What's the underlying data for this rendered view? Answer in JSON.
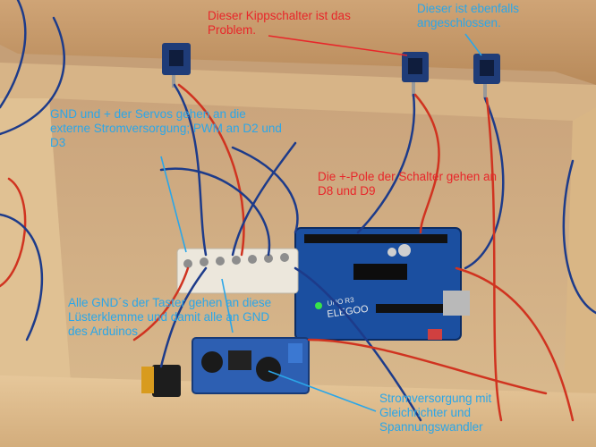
{
  "annotations": [
    {
      "id": "a1",
      "text": "Dieser Kippschalter ist das Problem.",
      "color": "#e8262a"
    },
    {
      "id": "a2",
      "text": "Dieser ist ebenfalls angeschlossen.",
      "color": "#2ba6e8"
    },
    {
      "id": "a3",
      "text": "GND und + der Servos gehen an die externe Stromversorgung; PWM an D2 und D3",
      "color": "#2ba6e8"
    },
    {
      "id": "a4",
      "text": "Die +-Pole der Schalter gehen an D8 und D9",
      "color": "#e8262a"
    },
    {
      "id": "a5",
      "text": "Alle GND´s der Taster gehen an diese Lüsterklemme und damit alle an GND des Arduinos",
      "color": "#2ba6e8"
    },
    {
      "id": "a6",
      "text": "Stromversorgung mit Gleichrichter und Spannungswandler",
      "color": "#2ba6e8"
    }
  ],
  "board": {
    "brand": "ELEGOO",
    "model": "UNO R3"
  }
}
